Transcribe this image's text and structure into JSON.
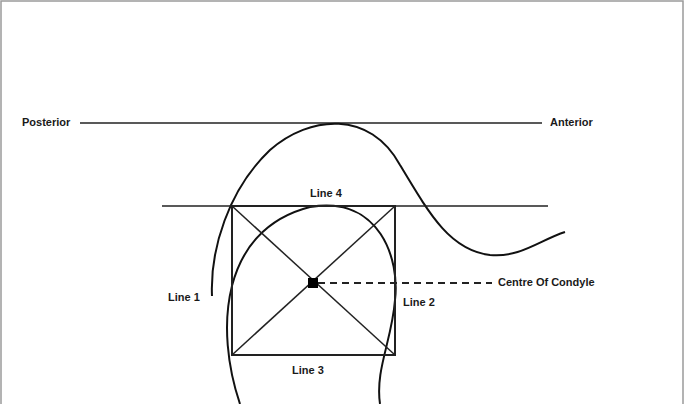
{
  "diagram": {
    "labels": [
      "Posterior",
      "Anterior",
      "Line 4",
      "Line 1",
      "Centre Of Condyle",
      "Line 2",
      "Line 3"
    ]
  }
}
